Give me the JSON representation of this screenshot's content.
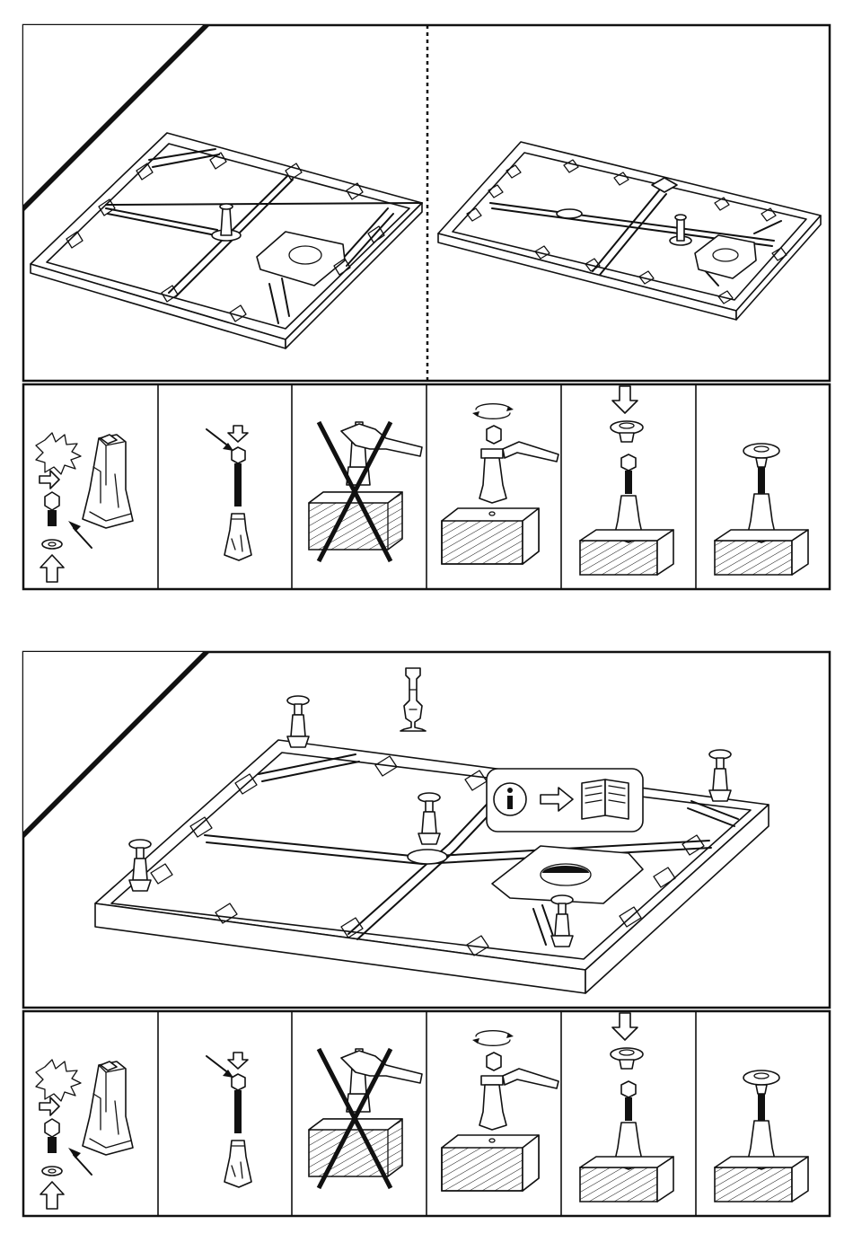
{
  "sections": [
    {
      "id": "section-1",
      "overview": {
        "variants": [
          "rectangle-tray",
          "long-tray"
        ],
        "separator": "dashed"
      },
      "steps": [
        {
          "icon": "leg-assembly-parts-icon"
        },
        {
          "icon": "bolt-insert-icon"
        },
        {
          "icon": "do-not-wrench-icon"
        },
        {
          "icon": "wrench-rotate-icon"
        },
        {
          "icon": "pad-attach-icon"
        },
        {
          "icon": "leg-complete-icon"
        }
      ]
    },
    {
      "id": "section-2",
      "overview": {
        "info_callout": {
          "icon": "info-icon",
          "arrow": "arrow-right-icon",
          "target": "manual-book-icon"
        }
      },
      "steps": [
        {
          "icon": "leg-assembly-parts-icon"
        },
        {
          "icon": "bolt-insert-icon"
        },
        {
          "icon": "do-not-wrench-icon"
        },
        {
          "icon": "wrench-rotate-icon"
        },
        {
          "icon": "pad-attach-icon"
        },
        {
          "icon": "leg-complete-icon"
        }
      ]
    }
  ],
  "colors": {
    "line": "#111111",
    "background": "#ffffff",
    "cross": "#111111"
  }
}
